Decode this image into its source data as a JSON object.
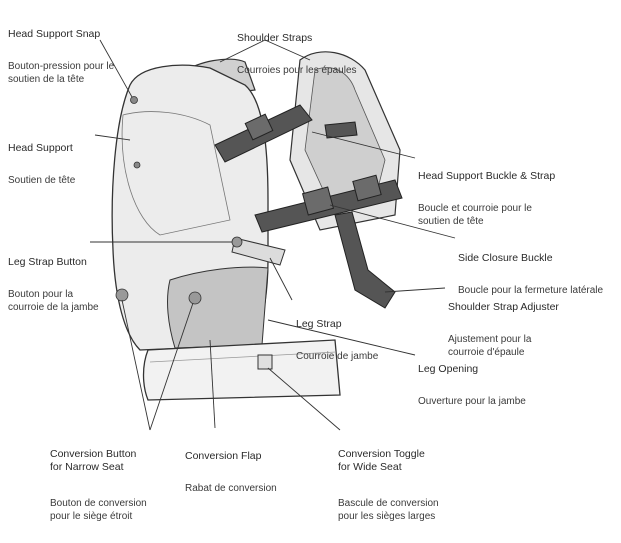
{
  "labels": {
    "head_support_snap": {
      "en": "Head Support Snap",
      "fr": "Bouton-pression pour le\nsoutien de la tête"
    },
    "shoulder_straps": {
      "en": "Shoulder Straps",
      "fr": "Courroies pour les épaules"
    },
    "head_support": {
      "en": "Head Support",
      "fr": "Soutien de tête"
    },
    "head_support_buckle": {
      "en": "Head Support Buckle & Strap",
      "fr": "Boucle et courroie pour le\nsoutien de tête"
    },
    "side_closure_buckle": {
      "en": "Side Closure Buckle",
      "fr": "Boucle pour la fermeture latérale"
    },
    "leg_strap_button": {
      "en": "Leg Strap Button",
      "fr": "Bouton pour la\ncourroie de la jambe"
    },
    "shoulder_strap_adjuster": {
      "en": "Shoulder Strap Adjuster",
      "fr": "Ajustement pour la\ncourroie d'épaule"
    },
    "leg_strap": {
      "en": "Leg Strap",
      "fr": "Courroie de jambe"
    },
    "leg_opening": {
      "en": "Leg Opening",
      "fr": "Ouverture pour la jambe"
    },
    "conversion_button": {
      "en": "Conversion Button\nfor Narrow Seat",
      "fr": "Bouton de conversion\npour le siège étroit"
    },
    "conversion_flap": {
      "en": "Conversion Flap",
      "fr": "Rabat de conversion"
    },
    "conversion_toggle": {
      "en": "Conversion Toggle\nfor Wide Seat",
      "fr": "Bascule de conversion\npour les sièges larges"
    }
  },
  "colors": {
    "body_fill": "#ececec",
    "panel_fill": "#c4c4c4",
    "strap_dark": "#555555",
    "outline": "#333333"
  }
}
